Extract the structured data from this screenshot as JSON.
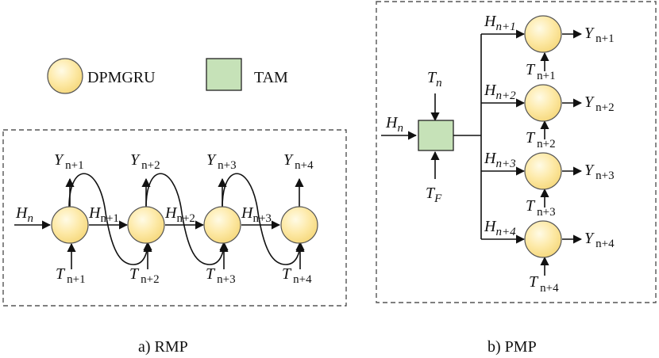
{
  "legend": {
    "node_label": "DPMGRU",
    "block_label": "TAM"
  },
  "rmp": {
    "caption": "a) RMP",
    "input": {
      "sym": "H",
      "sub": "n"
    },
    "hidden": [
      {
        "sym": "H",
        "sub": "n+1"
      },
      {
        "sym": "H",
        "sub": "n+2"
      },
      {
        "sym": "H",
        "sub": "n+3"
      }
    ],
    "outputs": [
      {
        "sym": "Y",
        "sub": "n+1"
      },
      {
        "sym": "Y",
        "sub": "n+2"
      },
      {
        "sym": "Y",
        "sub": "n+3"
      },
      {
        "sym": "Y",
        "sub": "n+4"
      }
    ],
    "inputs_t": [
      {
        "sym": "T",
        "sub": "n+1"
      },
      {
        "sym": "T",
        "sub": "n+2"
      },
      {
        "sym": "T",
        "sub": "n+3"
      },
      {
        "sym": "T",
        "sub": "n+4"
      }
    ]
  },
  "pmp": {
    "caption": "b) PMP",
    "input": {
      "sym": "H",
      "sub": "n"
    },
    "t_top": {
      "sym": "T",
      "sub": "n"
    },
    "t_bottom": {
      "sym": "T",
      "sub": "F"
    },
    "branches": [
      {
        "h": {
          "sym": "H",
          "sub": "n+1"
        },
        "t": {
          "sym": "T",
          "sub": "n+1"
        },
        "y": {
          "sym": "Y",
          "sub": "n+1"
        }
      },
      {
        "h": {
          "sym": "H",
          "sub": "n+2"
        },
        "t": {
          "sym": "T",
          "sub": "n+2"
        },
        "y": {
          "sym": "Y",
          "sub": "n+2"
        }
      },
      {
        "h": {
          "sym": "H",
          "sub": "n+3"
        },
        "t": {
          "sym": "T",
          "sub": "n+3"
        },
        "y": {
          "sym": "Y",
          "sub": "n+3"
        }
      },
      {
        "h": {
          "sym": "H",
          "sub": "n+4"
        },
        "t": {
          "sym": "T",
          "sub": "n+4"
        },
        "y": {
          "sym": "Y",
          "sub": "n+4"
        }
      }
    ]
  },
  "colors": {
    "node_center": "#fffbe6",
    "node_edge": "#f5d77a",
    "tam_fill": "#c6e2b8"
  }
}
